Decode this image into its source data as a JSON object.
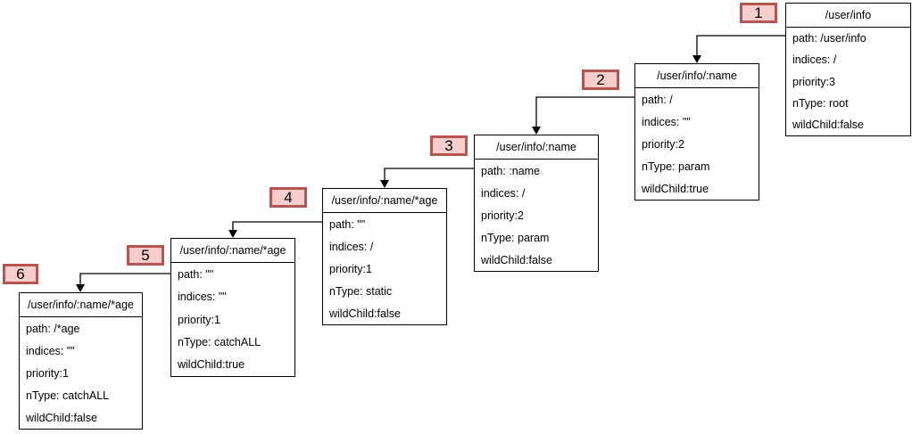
{
  "diagram": {
    "nodes": [
      {
        "badge": "1",
        "title": "/user/info",
        "fields": [
          "path: /user/info",
          "indices: /",
          "priority:3",
          "nType: root",
          "wildChild:false"
        ]
      },
      {
        "badge": "2",
        "title": "/user/info/:name",
        "fields": [
          "path: /",
          "indices: \"\"",
          "priority:2",
          "nType: param",
          "wildChild:true"
        ]
      },
      {
        "badge": "3",
        "title": "/user/info/:name",
        "fields": [
          "path: :name",
          "indices: /",
          "priority:2",
          "nType: param",
          "wildChild:false"
        ]
      },
      {
        "badge": "4",
        "title": "/user/info/:name/*age",
        "fields": [
          "path: \"\"",
          "indices: /",
          "priority:1",
          "nType: static",
          "wildChild:false"
        ]
      },
      {
        "badge": "5",
        "title": "/user/info/:name/*age",
        "fields": [
          "path: \"\"",
          "indices: \"\"",
          "priority:1",
          "nType: catchALL",
          "wildChild:true"
        ]
      },
      {
        "badge": "6",
        "title": "/user/info/:name/*age",
        "fields": [
          "path: /*age",
          "indices: \"\"",
          "priority:1",
          "nType: catchALL",
          "wildChild:false"
        ]
      }
    ]
  },
  "colors": {
    "badge_fill": "#f8cecc",
    "badge_border": "#b85450",
    "box_border": "#000000",
    "background": "#ffffff"
  }
}
